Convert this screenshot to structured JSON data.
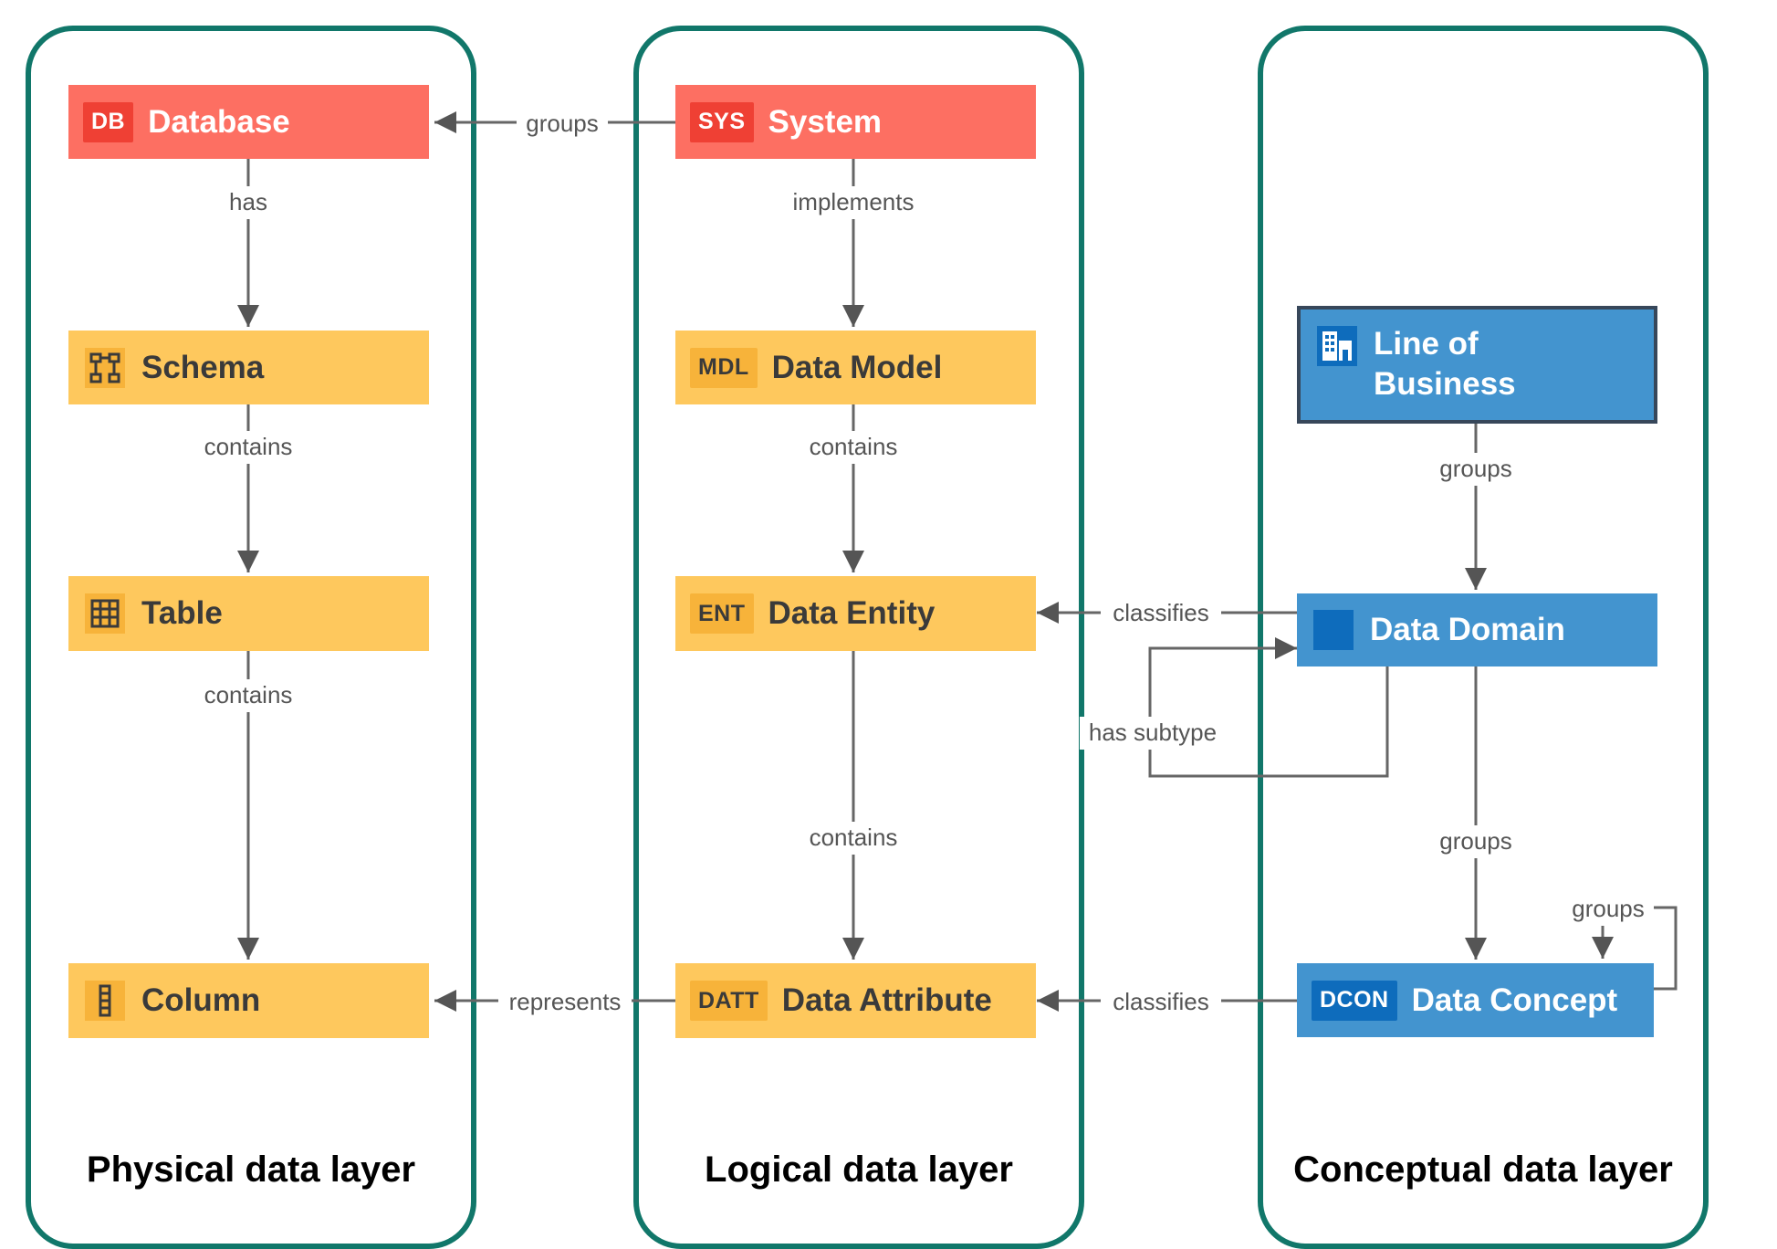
{
  "layers": {
    "physical": "Physical data layer",
    "logical": "Logical data layer",
    "conceptual": "Conceptual data layer"
  },
  "nodes": {
    "database": {
      "badge": "DB",
      "label": "Database"
    },
    "system": {
      "badge": "SYS",
      "label": "System"
    },
    "schema": {
      "icon": "schema-icon",
      "label": "Schema"
    },
    "data_model": {
      "badge": "MDL",
      "label": "Data Model"
    },
    "table": {
      "icon": "table-icon",
      "label": "Table"
    },
    "data_entity": {
      "badge": "ENT",
      "label": "Data Entity"
    },
    "column": {
      "icon": "column-icon",
      "label": "Column"
    },
    "data_attribute": {
      "badge": "DATT",
      "label": "Data Attribute"
    },
    "line_of_business": {
      "icon": "building-icon",
      "label": "Line of\nBusiness"
    },
    "data_domain": {
      "icon": "domain-square-icon",
      "label": "Data Domain"
    },
    "data_concept": {
      "badge": "DCON",
      "label": "Data Concept"
    }
  },
  "edges": {
    "system_groups_database": "groups",
    "database_has_schema": "has",
    "schema_contains_table": "contains",
    "table_contains_column": "contains",
    "system_implements_model": "implements",
    "model_contains_entity": "contains",
    "entity_contains_attribute": "contains",
    "attribute_represents_column": "represents",
    "domain_classifies_entity": "classifies",
    "domain_has_subtype": "has subtype",
    "lob_groups_domain": "groups",
    "domain_groups_concept": "groups",
    "concept_groups_concept": "groups",
    "concept_classifies_attribute": "classifies"
  },
  "colors": {
    "panel_border": "#11776a",
    "red_node": "#fd6f62",
    "yellow_node": "#fec85d",
    "blue_node": "#4394cf",
    "edge": "#555555"
  }
}
